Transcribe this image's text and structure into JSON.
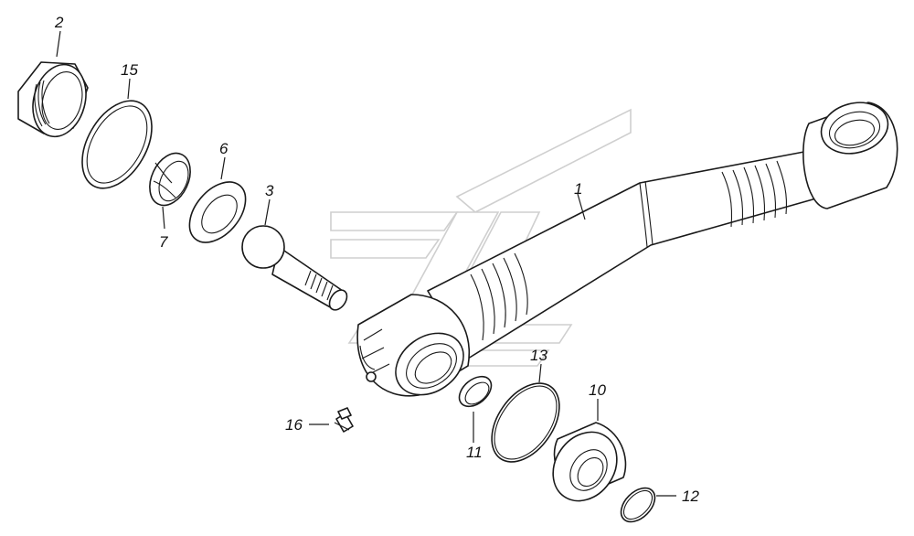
{
  "diagram": {
    "callouts": [
      {
        "id": "c1",
        "text": "1"
      },
      {
        "id": "c2",
        "text": "2"
      },
      {
        "id": "c3",
        "text": "3"
      },
      {
        "id": "c6",
        "text": "6"
      },
      {
        "id": "c7",
        "text": "7"
      },
      {
        "id": "c10",
        "text": "10"
      },
      {
        "id": "c11",
        "text": "11"
      },
      {
        "id": "c12",
        "text": "12"
      },
      {
        "id": "c13",
        "text": "13"
      },
      {
        "id": "c15",
        "text": "15"
      },
      {
        "id": "c16",
        "text": "16"
      }
    ]
  }
}
